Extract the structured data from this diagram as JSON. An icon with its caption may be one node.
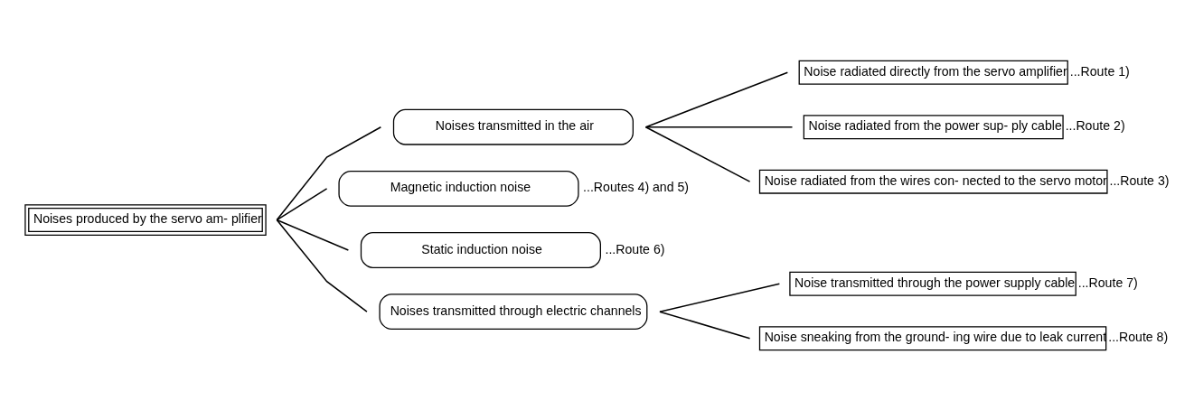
{
  "diagram": {
    "nodes": [
      {
        "text": [
          "Noises produced by the servo am- plifier"
        ]
      },
      {
        "text": [
          "Noises transmitted in the air"
        ]
      },
      {
        "text": [
          "Noise radiated directly from the servo amplifier"
        ],
        "beside": [
          "...Route 1)"
        ]
      },
      {
        "text": [
          "Noise radiated from the power sup- ply cable"
        ],
        "beside": [
          "...Route 2)"
        ]
      },
      {
        "text": [
          "Noise radiated from the wires con- nected to the servo motor"
        ],
        "beside": [
          "...Route 3)"
        ]
      },
      {
        "text": [
          "Magnetic induction noise"
        ],
        "beside": [
          "...Routes 4) and 5)"
        ]
      },
      {
        "text": [
          "Static induction noise"
        ],
        "beside": [
          "...Route 6)"
        ]
      },
      {
        "text": [
          "Noises transmitted through electric channels"
        ]
      },
      {
        "text": [
          "Noise transmitted through the power supply cable"
        ],
        "beside": [
          "...Route 7)"
        ]
      },
      {
        "text": [
          "Noise sneaking from the ground- ing wire due to leak current"
        ],
        "beside": [
          "...Route 8)"
        ]
      }
    ],
    "edges": [
      {
        "from": 0,
        "to": 1,
        "arrow": "none"
      },
      {
        "from": 0,
        "to": 5,
        "arrow": "none"
      },
      {
        "from": 0,
        "to": 6,
        "arrow": "none"
      },
      {
        "from": 0,
        "to": 7,
        "arrow": "none"
      },
      {
        "from": 1,
        "to": 2,
        "arrow": "none"
      },
      {
        "from": 1,
        "to": 3,
        "arrow": "none"
      },
      {
        "from": 1,
        "to": 4,
        "arrow": "none"
      },
      {
        "from": 7,
        "to": 8,
        "arrow": "none"
      },
      {
        "from": 7,
        "to": 9,
        "arrow": "none"
      }
    ]
  }
}
